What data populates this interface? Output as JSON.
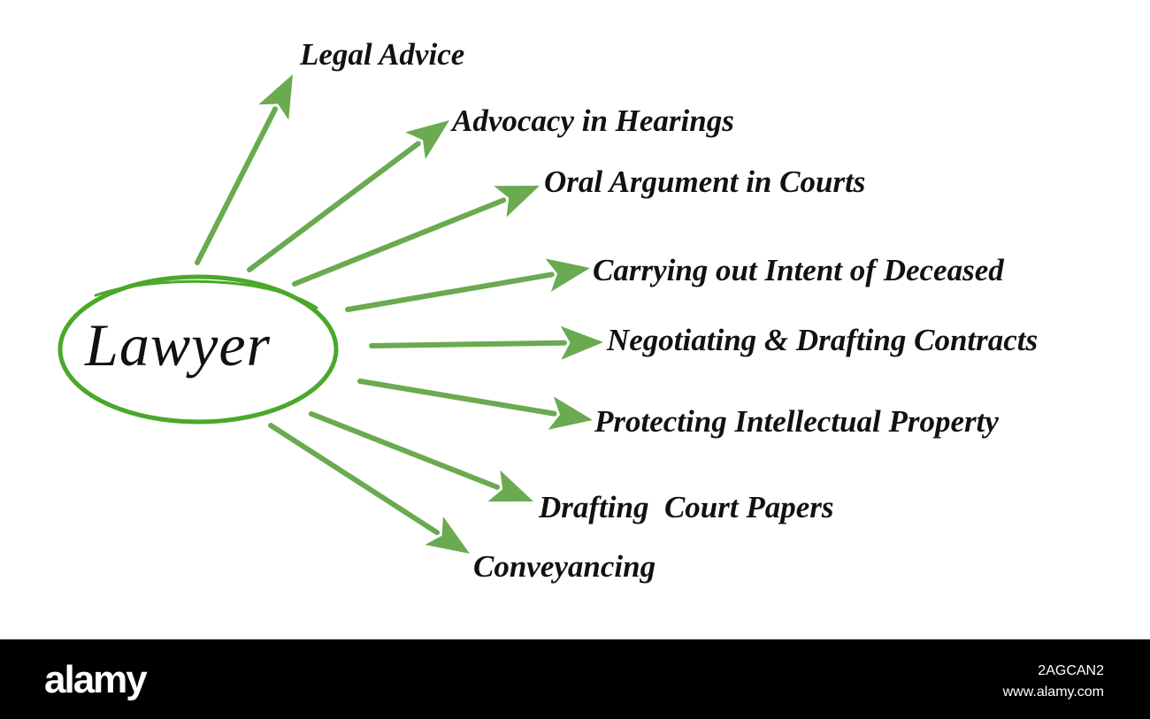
{
  "diagram": {
    "center": "Lawyer",
    "items": [
      "Legal Advice",
      "Advocacy in Hearings",
      "Oral Argument in Courts",
      "Carrying out Intent of Deceased",
      "Negotiating & Drafting Contracts",
      "Protecting Intellectual Property",
      "Drafting  Court Papers",
      "Conveyancing"
    ],
    "colors": {
      "arrow": "#6aaa50",
      "ellipse": "#4aa82a",
      "text": "#111111"
    }
  },
  "footer": {
    "brand": "alamy",
    "image_id": "2AGCAN2",
    "site": "www.alamy.com"
  }
}
